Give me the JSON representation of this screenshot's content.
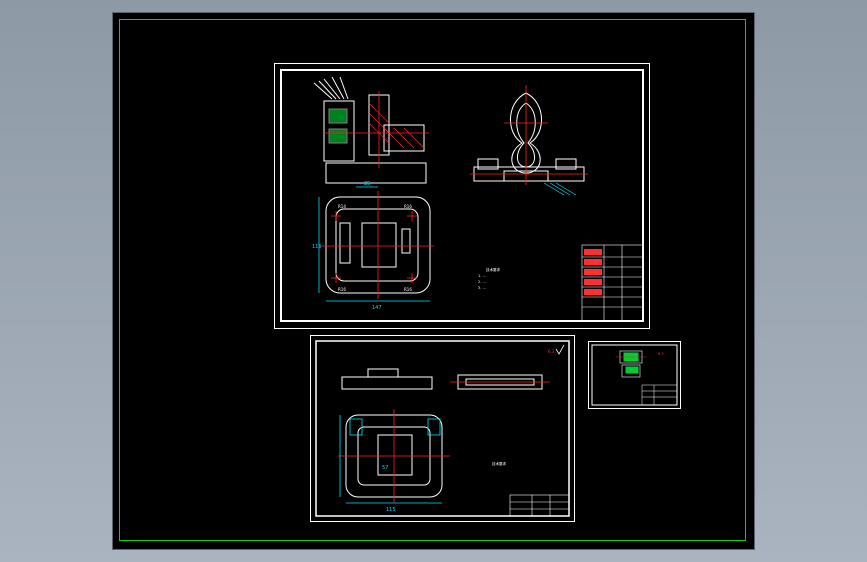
{
  "viewport": {
    "background": "#000000",
    "limit_color": "#19c819"
  },
  "colors": {
    "outline": "#ffffff",
    "center": "#ff2020",
    "dim": "#00e0ff",
    "hatch": "#ff3030",
    "green": "#00ff40"
  },
  "sheet_main": {
    "dims": {
      "left_width": "25",
      "plate_width": "147",
      "plate_height": "115"
    },
    "labels": {
      "r1": "R14",
      "r2": "R16",
      "r3": "R16",
      "r4": "R16"
    },
    "notes": [
      "技术要求",
      "1. ...",
      "2. ...",
      "3. ..."
    ]
  },
  "sheet_second": {
    "dims": {
      "bottom": "115",
      "inner": "57"
    },
    "notes": [
      "技术要求"
    ],
    "mark": "6.3"
  },
  "sheet_small": {
    "mark": "6.3"
  }
}
